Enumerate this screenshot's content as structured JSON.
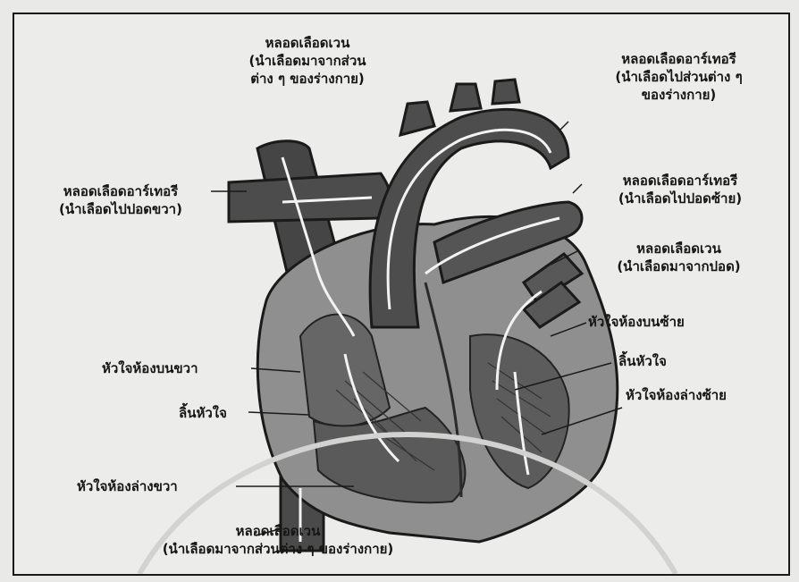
{
  "labels": {
    "vena_cava_top": [
      "หลอดเลือดเวน",
      "(นำเลือดมาจากส่วน",
      "ต่าง ๆ ของร่างกาย)"
    ],
    "aorta": [
      "หลอดเลือดอาร์เทอรี",
      "(นำเลือดไปส่วนต่าง ๆ",
      "ของร่างกาย)"
    ],
    "pulmonary_artery_right": [
      "หลอดเลือดอาร์เทอรี",
      "(นำเลือดไปปอดขวา)"
    ],
    "pulmonary_artery_left": [
      "หลอดเลือดอาร์เทอรี",
      "(นำเลือดไปปอดซ้าย)"
    ],
    "pulmonary_vein": [
      "หลอดเลือดเวน",
      "(นำเลือดมาจากปอด)"
    ],
    "left_atrium": "หัวใจห้องบนซ้าย",
    "right_atrium": "หัวใจห้องบนขวา",
    "valve_left": "ลิ้นหัวใจ",
    "valve_right": "ลิ้นหัวใจ",
    "left_ventricle": "หัวใจห้องล่างซ้าย",
    "right_ventricle": "หัวใจห้องล่างขวา",
    "vena_cava_bottom": [
      "หลอดเลือดเวน",
      "(นำเลือดมาจากส่วนต่าง ๆ ของร่างกาย)"
    ]
  },
  "colors": {
    "paper": "#ececea",
    "vessel": "#4a4a4a",
    "heart_outer": "#8e8e8e",
    "chamber": "#5e5e5e",
    "flow_line": "#f3f3f3",
    "text": "#151515"
  }
}
